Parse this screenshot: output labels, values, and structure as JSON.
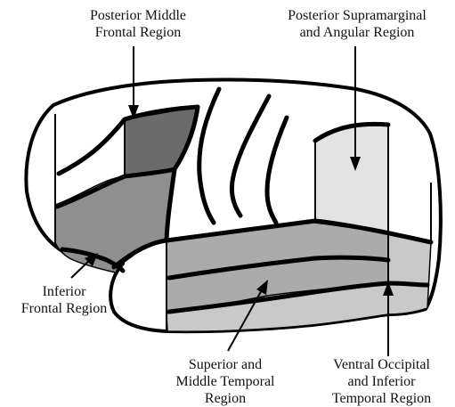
{
  "diagram": {
    "colors": {
      "background": "#ffffff",
      "outline": "#000000",
      "posterior_middle_frontal": "#6b6b6b",
      "inferior_frontal": "#8f8f8f",
      "superior_middle_temporal": "#ababab",
      "ventral_occipital_inferior_temporal": "#c9c9c9",
      "posterior_supramarginal_angular": "#e3e3e3"
    },
    "labels": {
      "posterior_middle_frontal": [
        "Posterior Middle",
        "Frontal Region"
      ],
      "posterior_supramarginal_angular": [
        "Posterior Supramarginal",
        "and Angular Region"
      ],
      "inferior_frontal": [
        "Inferior",
        "Frontal Region"
      ],
      "superior_middle_temporal": [
        "Superior and",
        "Middle Temporal",
        "Region"
      ],
      "ventral_occipital_inferior_temporal": [
        "Ventral Occipital",
        "and Inferior",
        "Temporal Region"
      ]
    }
  }
}
